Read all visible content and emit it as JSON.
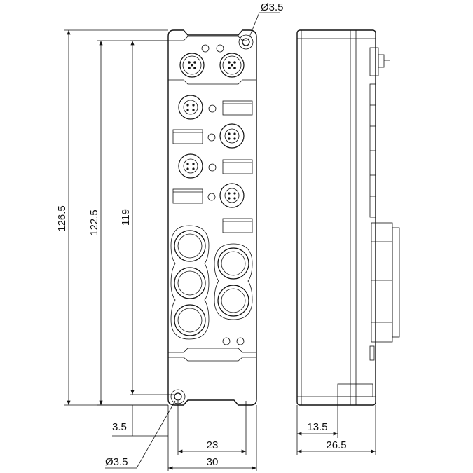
{
  "dimensions": {
    "hole_top": "Ø3.5",
    "hole_bottom": "Ø3.5",
    "height_overall": "126.5",
    "height_holes": "122.5",
    "height_body": "119",
    "offset_bottom": "3.5",
    "width_inner": "23",
    "width_overall": "30",
    "depth_partial": "13.5",
    "depth_overall": "26.5"
  }
}
